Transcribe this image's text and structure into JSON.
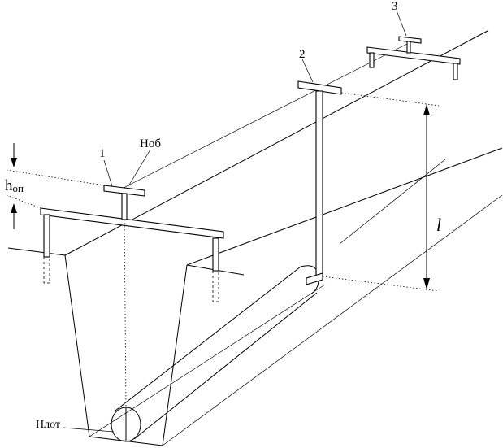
{
  "labels": {
    "sight_rail_1": "1",
    "sight_rail_2": "2",
    "sight_rail_3": "3",
    "h_ob": "Ноб",
    "h_op_main": "h",
    "h_op_sub": "оп",
    "h_lot": "Нлот",
    "length": "l"
  },
  "icons": {
    "arrows": "arrow-head",
    "pipe": "pipe-cylinder"
  }
}
